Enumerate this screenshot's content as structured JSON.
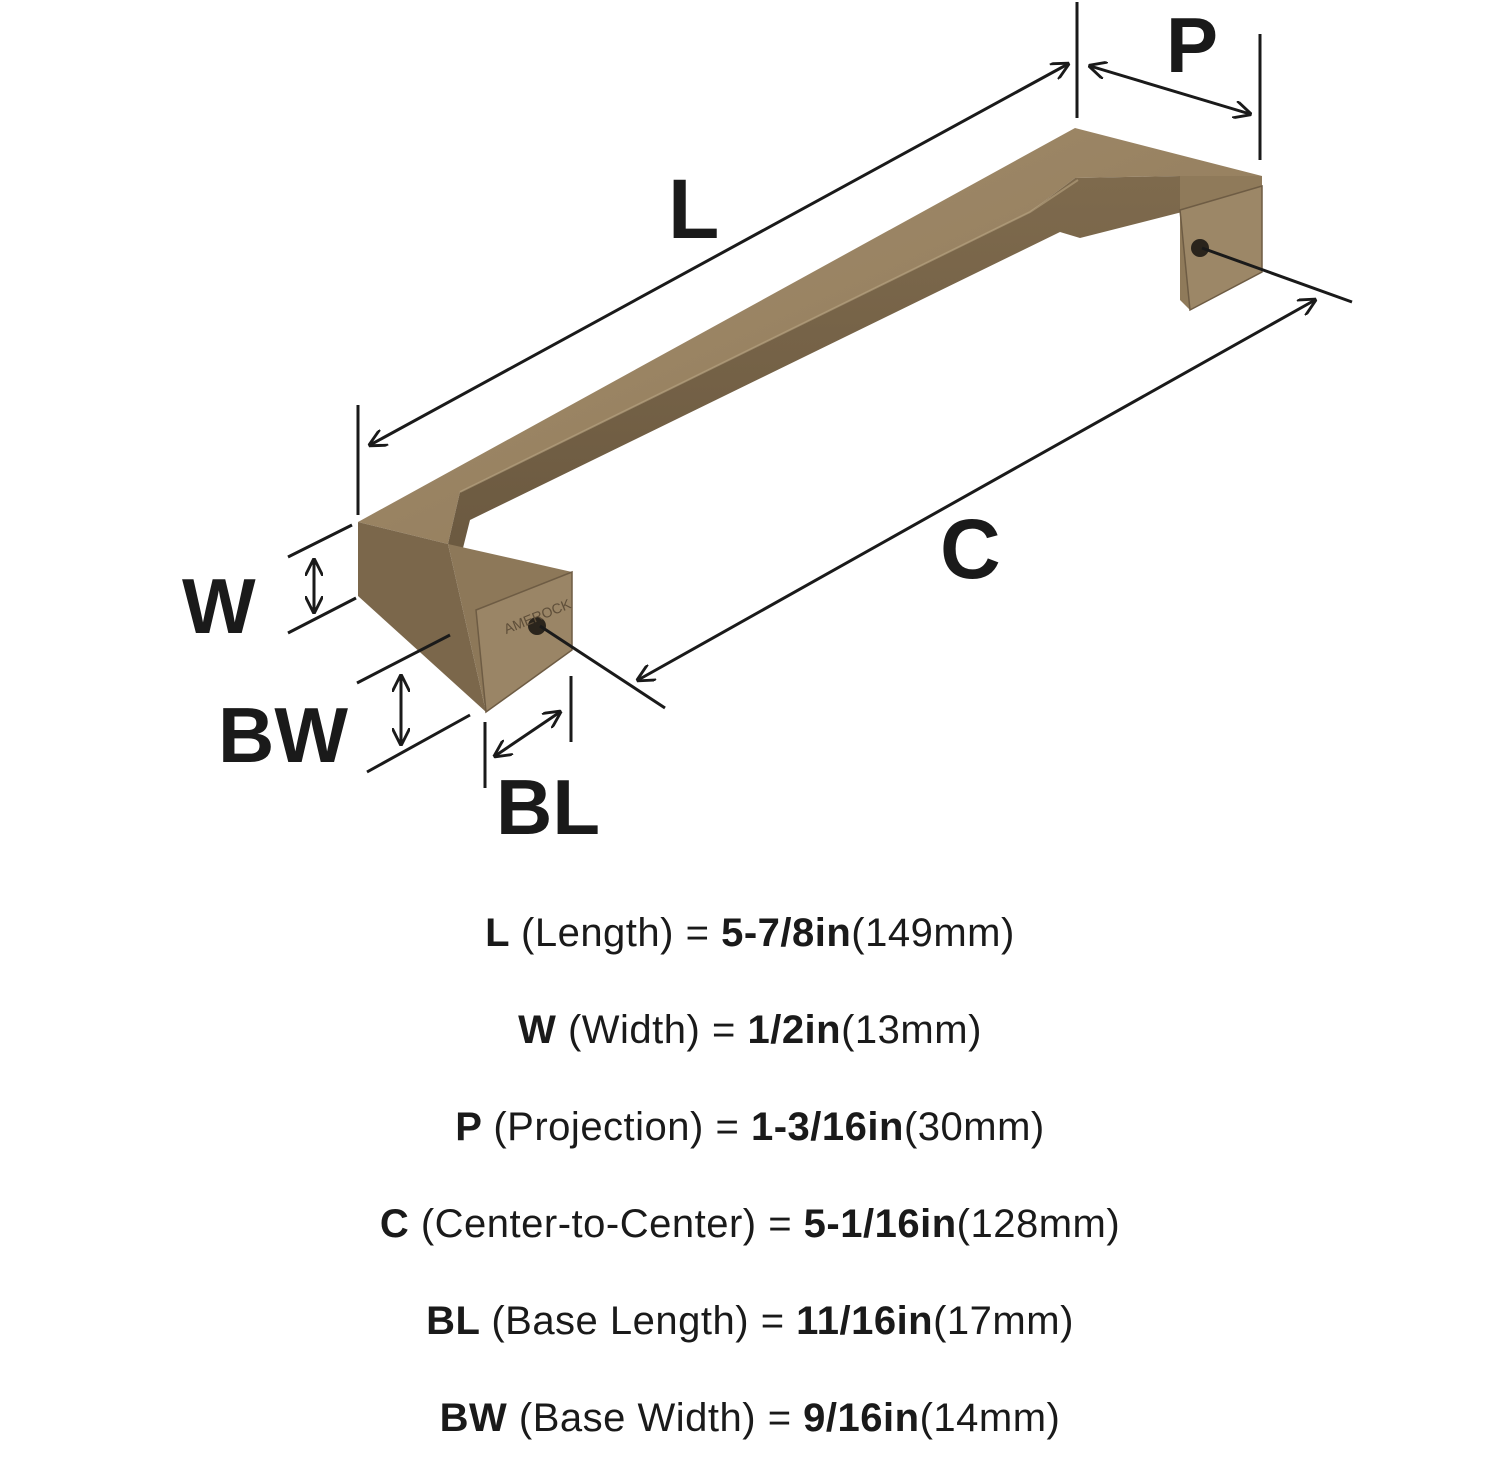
{
  "diagram": {
    "labels": {
      "L": "L",
      "P": "P",
      "C": "C",
      "W": "W",
      "BW": "BW",
      "BL": "BL"
    },
    "colors": {
      "finish": "#8a7558",
      "finish_light": "#a48f6f",
      "finish_dark": "#6e5c44",
      "line": "#1a1a1a"
    }
  },
  "specs": [
    {
      "symbol": "L",
      "description": "(Length) = ",
      "imperial": "5-7/8in",
      "metric": "(149mm)"
    },
    {
      "symbol": "W",
      "description": "(Width) = ",
      "imperial": "1/2in",
      "metric": "(13mm)"
    },
    {
      "symbol": "P",
      "description": "(Projection) = ",
      "imperial": "1-3/16in",
      "metric": "(30mm)"
    },
    {
      "symbol": "C",
      "description": "(Center-to-Center) = ",
      "imperial": "5-1/16in",
      "metric": "(128mm)"
    },
    {
      "symbol": "BL",
      "description": "(Base Length) = ",
      "imperial": "11/16in",
      "metric": "(17mm)"
    },
    {
      "symbol": "BW",
      "description": "(Base Width) = ",
      "imperial": "9/16in",
      "metric": "(14mm)"
    }
  ]
}
